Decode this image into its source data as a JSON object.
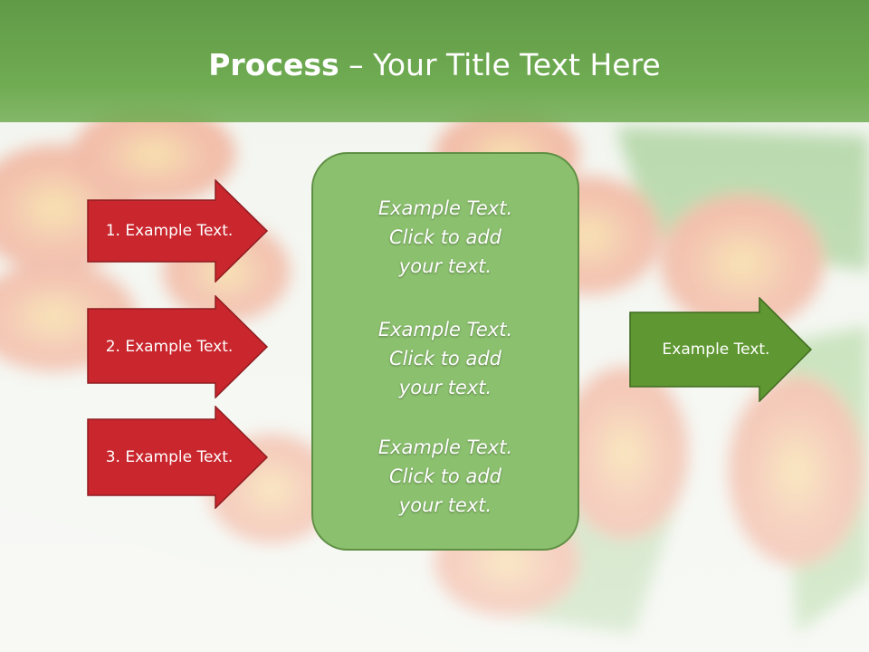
{
  "slide": {
    "title_bold": "Process",
    "title_rest": " – Your Title Text Here"
  },
  "left_arrows": [
    {
      "label": "1. Example Text."
    },
    {
      "label": "2. Example Text."
    },
    {
      "label": "3. Example Text."
    }
  ],
  "center_box": {
    "blocks": [
      {
        "lines": [
          "Example Text.",
          "Click  to add",
          "your text."
        ]
      },
      {
        "lines": [
          "Example Text.",
          "Click  to add",
          "your text."
        ]
      },
      {
        "lines": [
          "Example Text.",
          "Click  to add",
          "your text."
        ]
      }
    ]
  },
  "right_arrow": {
    "label": "Example Text."
  },
  "colors": {
    "header_green": "#6aa84f",
    "red_arrow": "#c9262d",
    "center_green": "#8bc06e",
    "right_arrow": "#5f9732"
  },
  "background": "blurred red-yellow tulips"
}
